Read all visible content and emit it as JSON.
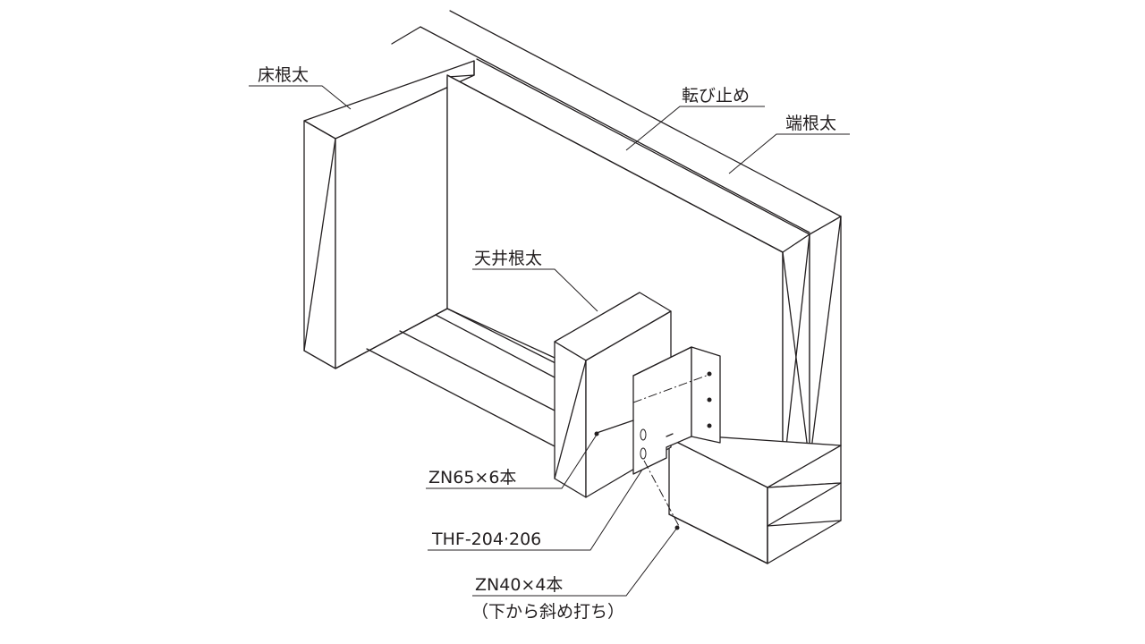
{
  "labels": {
    "floor_joist": "床根太",
    "blocking": "転び止め",
    "rim_joist": "端根太",
    "ceiling_joist": "天井根太",
    "nail_zn65": "ZN65×6本",
    "hanger": "THF-204·206",
    "nail_zn40": "ZN40×4本",
    "nail_zn40_note": "（下から斜め打ち）"
  }
}
